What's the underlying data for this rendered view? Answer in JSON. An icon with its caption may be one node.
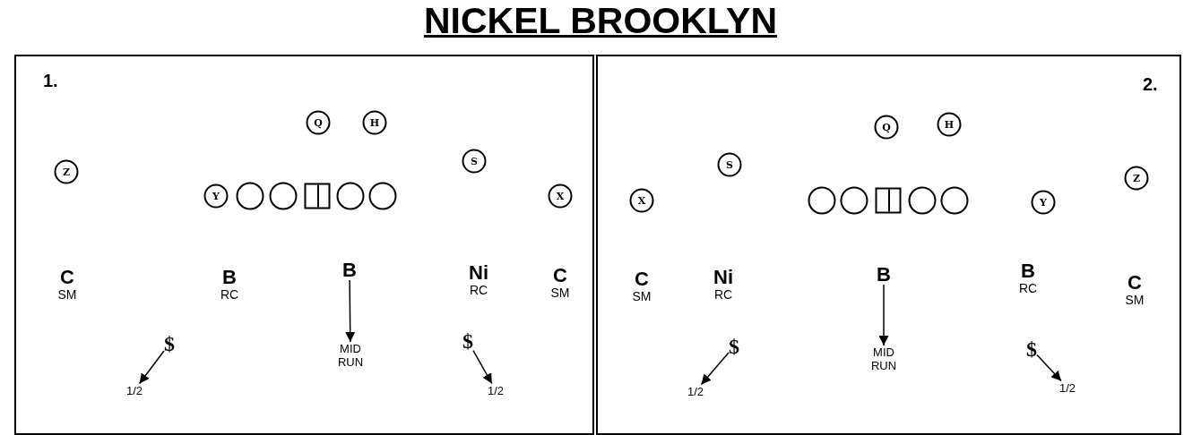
{
  "diagram": {
    "title": "NICKEL BROOKLYN",
    "nodes": [
      {
        "text": [
          "1."
        ]
      },
      {
        "text": [
          "Q"
        ],
        "in": 0
      },
      {
        "text": [
          "H"
        ],
        "in": 0
      },
      {
        "text": [
          "Z"
        ],
        "in": 0
      },
      {
        "text": [
          "S"
        ],
        "in": 0
      },
      {
        "text": [
          "Y"
        ],
        "in": 0
      },
      {
        "text": [],
        "shape": "circle",
        "in": 0
      },
      {
        "text": [],
        "shape": "circle",
        "in": 0
      },
      {
        "text": [],
        "shape": "box",
        "in": 0
      },
      {
        "text": [],
        "shape": "circle",
        "in": 0
      },
      {
        "text": [],
        "shape": "circle",
        "in": 0
      },
      {
        "text": [
          "X"
        ],
        "in": 0
      },
      {
        "text": [
          "C",
          "SM"
        ],
        "in": 0
      },
      {
        "text": [
          "B",
          "RC"
        ],
        "in": 0
      },
      {
        "text": [
          "B"
        ],
        "in": 0
      },
      {
        "text": [
          "Ni",
          "RC"
        ],
        "in": 0
      },
      {
        "text": [
          "C",
          "SM"
        ],
        "in": 0
      },
      {
        "text": [
          "MID RUN"
        ],
        "in": 0
      },
      {
        "text": [
          "$"
        ],
        "in": 0
      },
      {
        "text": [
          "1/2"
        ],
        "in": 0
      },
      {
        "text": [
          "$"
        ],
        "in": 0
      },
      {
        "text": [
          "1/2"
        ],
        "in": 0
      },
      {
        "text": [
          "2."
        ]
      },
      {
        "text": [
          "Q"
        ],
        "in": 22
      },
      {
        "text": [
          "H"
        ],
        "in": 22
      },
      {
        "text": [
          "S"
        ],
        "in": 22
      },
      {
        "text": [
          "X"
        ],
        "in": 22
      },
      {
        "text": [],
        "shape": "circle",
        "in": 22
      },
      {
        "text": [],
        "shape": "circle",
        "in": 22
      },
      {
        "text": [],
        "shape": "box",
        "in": 22
      },
      {
        "text": [],
        "shape": "circle",
        "in": 22
      },
      {
        "text": [],
        "shape": "circle",
        "in": 22
      },
      {
        "text": [
          "Y"
        ],
        "in": 22
      },
      {
        "text": [
          "Z"
        ],
        "in": 22
      },
      {
        "text": [
          "C",
          "SM"
        ],
        "in": 22
      },
      {
        "text": [
          "Ni",
          "RC"
        ],
        "in": 22
      },
      {
        "text": [
          "B"
        ],
        "in": 22
      },
      {
        "text": [
          "B",
          "RC"
        ],
        "in": 22
      },
      {
        "text": [
          "C",
          "SM"
        ],
        "in": 22
      },
      {
        "text": [
          "MID RUN"
        ],
        "in": 22
      },
      {
        "text": [
          "$"
        ],
        "in": 22
      },
      {
        "text": [
          "1/2"
        ],
        "in": 22
      },
      {
        "text": [
          "$"
        ],
        "in": 22
      },
      {
        "text": [
          "1/2"
        ],
        "in": 22
      }
    ],
    "edges": [
      {
        "from": 14,
        "to": 17,
        "arrow": "to"
      },
      {
        "from": 18,
        "to": 19,
        "arrow": "to"
      },
      {
        "from": 20,
        "to": 21,
        "arrow": "to"
      },
      {
        "from": 36,
        "to": 39,
        "arrow": "to"
      },
      {
        "from": 40,
        "to": 41,
        "arrow": "to"
      },
      {
        "from": 42,
        "to": 43,
        "arrow": "to"
      }
    ]
  }
}
